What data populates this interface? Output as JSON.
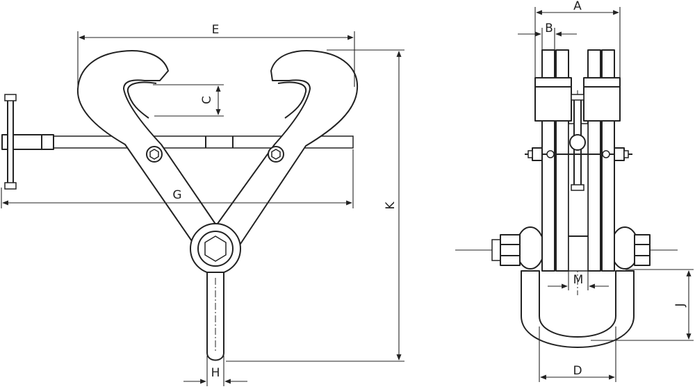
{
  "labels": {
    "E": "E",
    "C": "C",
    "G": "G",
    "K": "K",
    "H": "H",
    "A": "A",
    "B": "B",
    "M": "M",
    "J": "J",
    "D": "D"
  },
  "colors": {
    "stroke": "#222222",
    "background": "#ffffff"
  }
}
